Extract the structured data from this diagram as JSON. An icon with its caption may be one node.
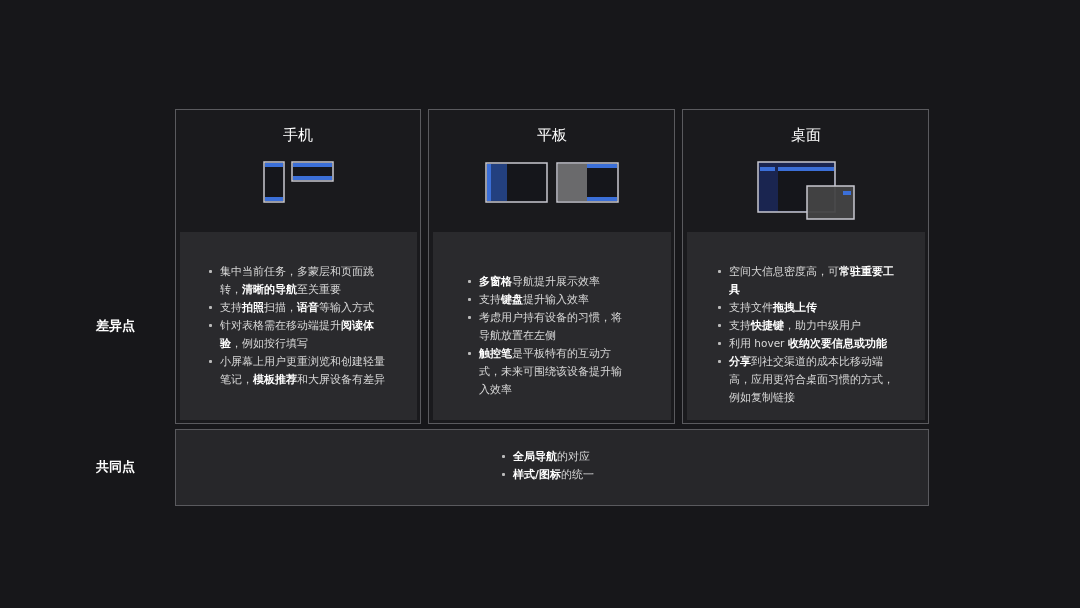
{
  "diagram": {
    "nodes": [
      {
        "text": [
          "手机"
        ]
      },
      {
        "text": [
          "集中当前任务，多蒙层和页面跳转，**清晰的导航**至关重要",
          "支持**拍照**扫描，**语音**等输入方式",
          "针对表格需在移动端提升**阅读体验**，例如按行填写",
          "小屏幕上用户更重浏览和创建轻量笔记，**模板推荐**和大屏设备有差异"
        ],
        "in": 0
      },
      {
        "text": [
          "平板"
        ]
      },
      {
        "text": [
          "**多窗格**导航提升展示效率",
          "支持**键盘**提升输入效率",
          "考虑用户持有设备的习惯，将导航放置在左侧",
          "**触控笔**是平板特有的互动方式，未来可围绕该设备提升输入效率"
        ],
        "in": 2
      },
      {
        "text": [
          "桌面"
        ]
      },
      {
        "text": [
          "空间大信息密度高，可**常驻重要工具**",
          "支持文件**拖拽上传**",
          "支持**快捷键**，助力中级用户",
          "利用 hover **收纳次要信息或功能**",
          "**分享**到社交渠道的成本比移动端高，应用更符合桌面习惯的方式，例如复制链接"
        ],
        "in": 4
      },
      {
        "text": [
          "**全局导航**的对应",
          "**样式/图标**的统一"
        ]
      }
    ],
    "edges": [],
    "labels": [
      "差异点",
      "共同点"
    ]
  }
}
